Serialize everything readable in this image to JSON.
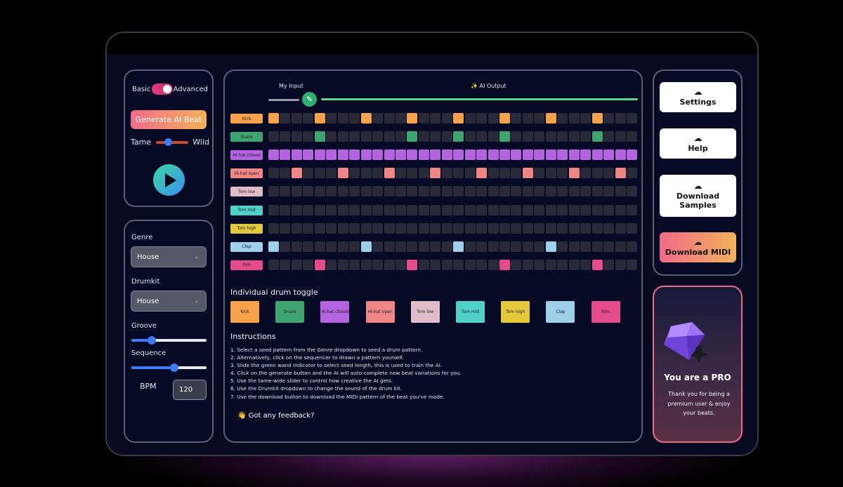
{
  "controls": {
    "mode_left": "Basic",
    "mode_right": "Advanced",
    "generate_label": "Generate AI Beat",
    "tame_label": "Tame",
    "wild_label": "Wild",
    "tame_wild_level": 0.4
  },
  "settings": {
    "genre_label": "Genre",
    "genre_value": "House",
    "drumkit_label": "Drumkit",
    "drumkit_value": "House",
    "groove_label": "Groove",
    "groove_level": 0.27,
    "sequence_label": "Sequence",
    "sequence_level": 0.57,
    "bpm_label": "BPM",
    "bpm_value": "120"
  },
  "timeline": {
    "input_label": "My Input",
    "output_label": "✨ AI Output"
  },
  "sequencer": {
    "steps": 32,
    "rows": [
      {
        "name": "Kick",
        "color": "#f7a24a",
        "active": [
          0,
          4,
          8,
          12,
          16,
          20,
          24,
          28
        ]
      },
      {
        "name": "Snare",
        "color": "#3fa570",
        "active": [
          4,
          12,
          16,
          20,
          28
        ]
      },
      {
        "name": "Hi-hat closed",
        "color": "#b564e0",
        "active": [
          0,
          1,
          2,
          3,
          4,
          5,
          6,
          7,
          8,
          9,
          10,
          11,
          12,
          13,
          14,
          15,
          16,
          17,
          18,
          19,
          20,
          21,
          22,
          23,
          24,
          25,
          26,
          27,
          28,
          29,
          30,
          31
        ]
      },
      {
        "name": "Hi-hat open",
        "color": "#f08585",
        "active": [
          2,
          6,
          10,
          14,
          18,
          22,
          26,
          30
        ]
      },
      {
        "name": "Tom low",
        "color": "#e0bcc8",
        "active": []
      },
      {
        "name": "Tom mid",
        "color": "#4fd0c8",
        "active": []
      },
      {
        "name": "Tom high",
        "color": "#e4c93a",
        "active": []
      },
      {
        "name": "Clap",
        "color": "#9ed0ea",
        "active": [
          0,
          8,
          16,
          24
        ]
      },
      {
        "name": "Rim",
        "color": "#e64b8a",
        "active": [
          4,
          12,
          20,
          28
        ]
      }
    ]
  },
  "toggle_section": {
    "title": "Individual drum toggle",
    "buttons": [
      "Kick",
      "Snare",
      "Hi-hat closed",
      "Hi-hat open",
      "Tom low",
      "Tom mid",
      "Tom high",
      "Clap",
      "Rim"
    ]
  },
  "instructions": {
    "title": "Instructions",
    "items": [
      "1. Select a seed pattern from the Genre dropdown to seed a drum pattern.",
      "2. Alternatively, click on the sequencer to drawn a pattern yourself.",
      "3. Slide the green wand indicator to select seed length, this is used to train the AI.",
      "4. Click on the generate button and the AI will auto-complete new beat variations for you.",
      "5. Use the tame-wide slider to control how creative the AI gets.",
      "6. Use the Drumkit dropdown to change the sound of the drum kit.",
      "7. Use the download button to download the MIDI pattern of the beat you've made."
    ],
    "item0": "1. Select a seed pattern from the Genre dropdown to seed a drum pattern.",
    "item1": "2. Alternatively, click on the sequencer to drawn a pattern yourself.",
    "item2": "3. Slide the green wand indicator to select seed length, this is used to train the AI.",
    "item3": "4. Click on the generate button and the AI will auto-complete new beat variations for you.",
    "item4": "5. Use the tame-wide slider to control how creative the AI gets.",
    "item5": "6. Use the Drumkit dropdown to change the sound of the drum kit.",
    "item6": "7. Use the download button to download the MIDI pattern of the beat you've made."
  },
  "feedback_label": "👋 Got any feedback?",
  "right_menu": {
    "settings": "Settings",
    "help": "Help",
    "download_samples_1": "Download",
    "download_samples_2": "Samples",
    "download_midi": "Download MIDI"
  },
  "pro": {
    "title": "You are a PRO",
    "text": "Thank you for being a premium user & enjoy your beats."
  },
  "colors": {
    "accent_green": "#52d98c",
    "accent_blue": "#3b7bf7",
    "gradient_start": "#f16b8a",
    "gradient_end": "#f2b25a"
  }
}
